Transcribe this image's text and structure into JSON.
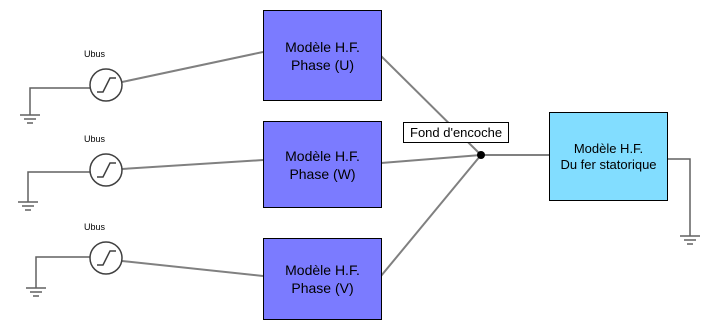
{
  "sources": [
    {
      "label": "Ubus"
    },
    {
      "label": "Ubus"
    },
    {
      "label": "Ubus"
    }
  ],
  "phase_blocks": [
    {
      "line1": "Modèle H.F.",
      "line2": "Phase (U)"
    },
    {
      "line1": "Modèle H.F.",
      "line2": "Phase (W)"
    },
    {
      "line1": "Modèle H.F.",
      "line2": "Phase (V)"
    }
  ],
  "node_label": "Fond d'encoche",
  "stator_block": {
    "line1": "Modèle H.F.",
    "line2": "Du fer statorique"
  },
  "colors": {
    "phase_fill": "#7b7bff",
    "stator_fill": "#82ddff",
    "wire": "#808080"
  },
  "icons": [
    "voltage-source-icon",
    "ground-icon",
    "junction-node"
  ]
}
